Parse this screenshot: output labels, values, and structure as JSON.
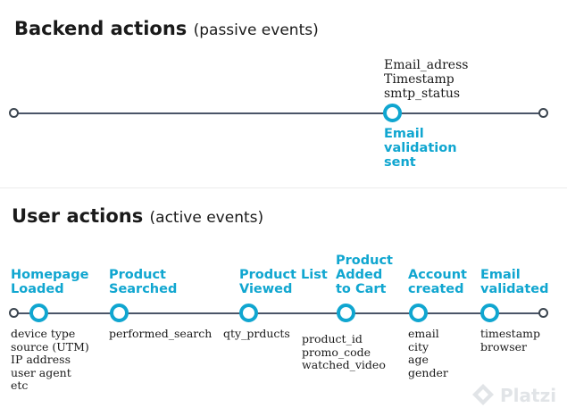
{
  "backend": {
    "title": "Backend actions",
    "subtitle": "(passive events)",
    "event": {
      "label_lines": [
        "Email",
        "validation",
        "sent"
      ],
      "props": [
        "Email_adress",
        "Timestamp",
        "smtp_status"
      ]
    }
  },
  "user": {
    "title": "User actions",
    "subtitle": "(active events)",
    "events": [
      {
        "label_lines": [
          "Homepage",
          "Loaded"
        ],
        "props": [
          "device type",
          "source (UTM)",
          "IP address",
          "user agent",
          "etc"
        ]
      },
      {
        "label_lines": [
          "Product",
          "Searched"
        ],
        "props": [
          "performed_search"
        ]
      },
      {
        "label_lines": [
          "Product List",
          "Viewed"
        ],
        "props": [
          "qty_prducts"
        ]
      },
      {
        "label_lines": [
          "Product",
          "Added",
          "to Cart"
        ],
        "props": [
          "product_id",
          "promo_code",
          "watched_video"
        ]
      },
      {
        "label_lines": [
          "Account",
          "created"
        ],
        "props": [
          "email",
          "city",
          "age",
          "gender"
        ]
      },
      {
        "label_lines": [
          "Email",
          "validated"
        ],
        "props": [
          "timestamp",
          "browser"
        ]
      }
    ]
  },
  "colors": {
    "accent": "#10a6d0",
    "line": "#4a5568",
    "text": "#1a1a1a"
  },
  "watermark": {
    "text": "Platzi",
    "icon": "platzi-logo-icon"
  }
}
